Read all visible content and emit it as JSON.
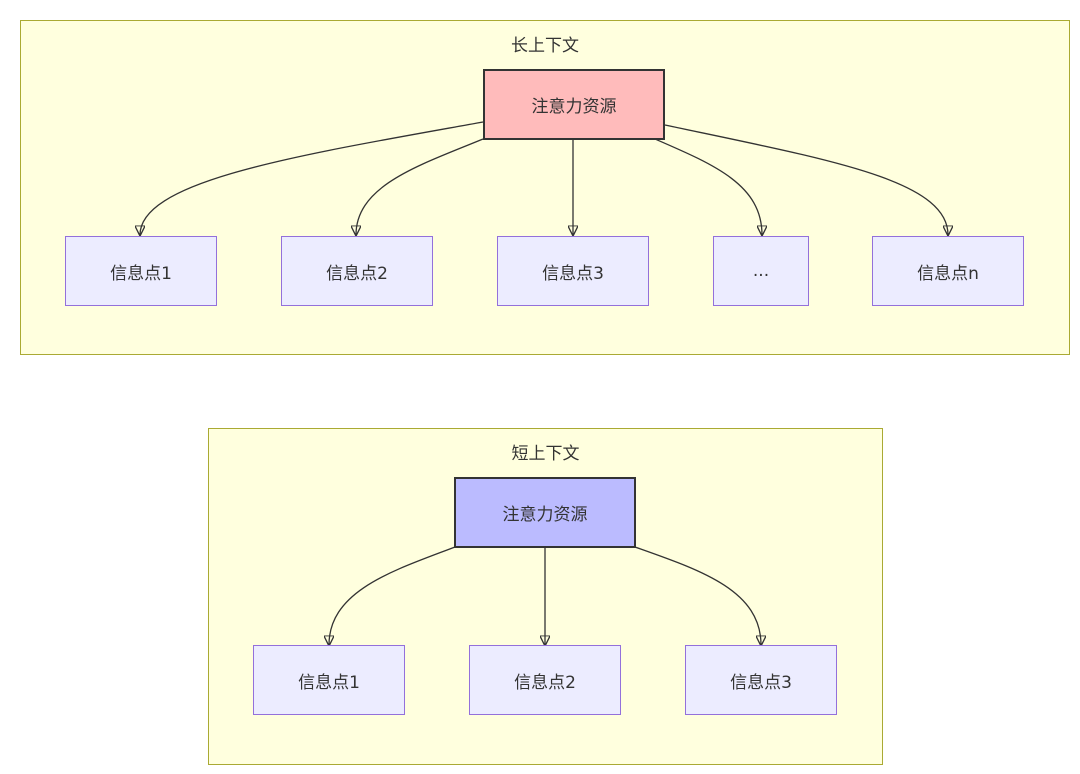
{
  "diagrams": {
    "long": {
      "title": "长上下文",
      "root": {
        "label": "注意力资源",
        "fill": "#ffbbbb"
      },
      "nodes": [
        "信息点1",
        "信息点2",
        "信息点3",
        "...",
        "信息点n"
      ]
    },
    "short": {
      "title": "短上下文",
      "root": {
        "label": "注意力资源",
        "fill": "#bbbbff"
      },
      "nodes": [
        "信息点1",
        "信息点2",
        "信息点3"
      ]
    }
  },
  "colors": {
    "cluster_fill": "#ffffde",
    "cluster_border": "#aaaa33",
    "node_fill": "#ececff",
    "node_border": "#9370db",
    "edge": "#333333"
  }
}
